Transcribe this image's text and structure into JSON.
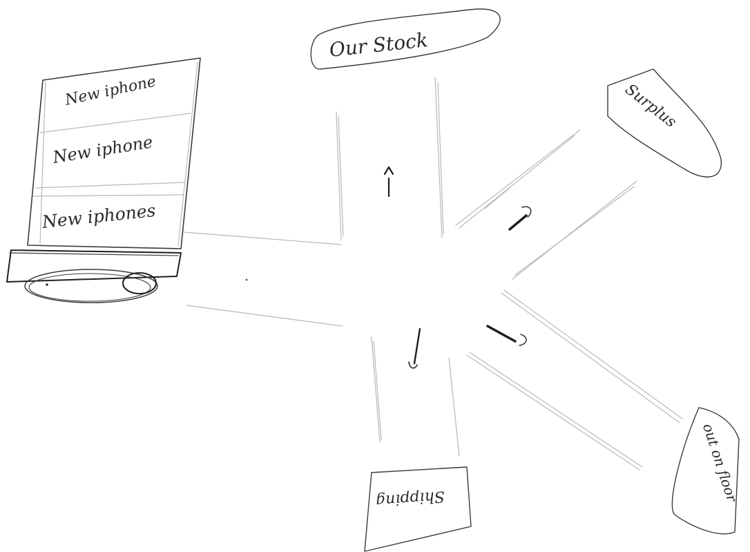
{
  "stack_items": [
    {
      "label": "New iphone"
    },
    {
      "label": "New iphone"
    },
    {
      "label": "New iphones"
    }
  ],
  "destinations": {
    "top": "Our Stock",
    "upper_right": "Surplus",
    "lower_right": "out on floor",
    "bottom": "Shipping"
  }
}
